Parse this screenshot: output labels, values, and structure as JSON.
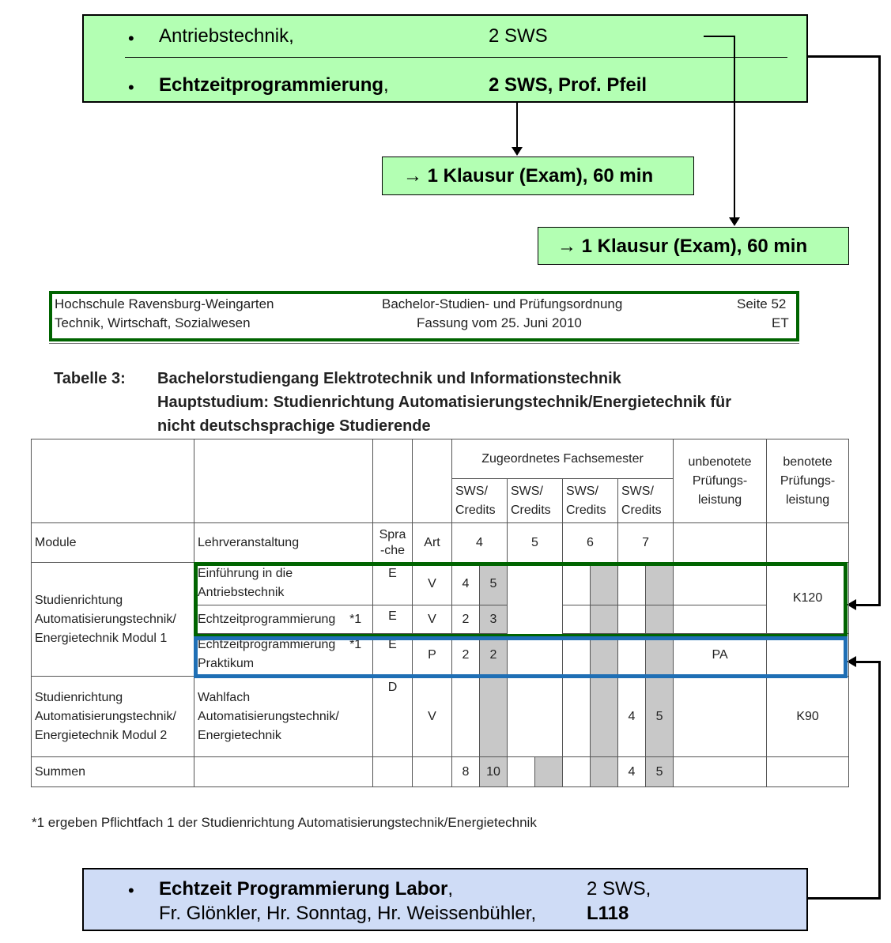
{
  "top_box": {
    "row1_course": "Antriebstechnik,",
    "row1_sws": "2 SWS",
    "row2_course": "Echtzeitprogrammierung",
    "row2_comma": ",",
    "row2_sws": "2 SWS, Prof. Pfeil"
  },
  "exam_box_1": "→ 1 Klausur (Exam), 60 min",
  "exam_box_2": "→ 1 Klausur (Exam), 60 min",
  "doc_header": {
    "left1": "Hochschule Ravensburg-Weingarten",
    "left2": "Technik, Wirtschaft, Sozialwesen",
    "center1": "Bachelor-Studien- und Prüfungsordnung",
    "center2": "Fassung vom 25. Juni 2010",
    "right1": "Seite 52",
    "right2": "ET"
  },
  "table_caption": {
    "label": "Tabelle 3:",
    "line1": "Bachelorstudiengang Elektrotechnik und Informationstechnik",
    "line2": "Hauptstudium: Studienrichtung Automatisierungstechnik/Energietechnik für",
    "line3": "nicht deutschsprachige Studierende"
  },
  "table": {
    "semester_header": "Zugeordnetes Fachsemester",
    "sws_credits": "SWS/ Credits",
    "unbenotete": "unbenotete Prüfungs-leistung",
    "benotete": "benotete Prüfungs-leistung",
    "col_module": "Module",
    "col_lv": "Lehrveranstaltung",
    "col_sprache": "Spra -che",
    "col_art": "Art",
    "sem4": "4",
    "sem5": "5",
    "sem6": "6",
    "sem7": "7",
    "module1": "Studienrichtung Automatisierungstechnik/ Energietechnik Modul 1",
    "module2": "Studienrichtung Automatisierungstechnik/ Energietechnik Modul 2",
    "rows": [
      {
        "lv": "Einführung in die Antriebstechnik",
        "sprache": "E",
        "art": "V",
        "sws": "4",
        "credits": "5",
        "benotet": "K120"
      },
      {
        "lv": "Echtzeitprogrammierung    *1",
        "sprache": "E",
        "art": "V",
        "sws": "2",
        "credits": "3"
      },
      {
        "lv": "Echtzeitprogrammierung    *1 Praktikum",
        "sprache": "E",
        "art": "P",
        "sws": "2",
        "credits": "2",
        "unbenotet": "PA"
      },
      {
        "lv": "Wahlfach Automatisierungstechnik/ Energietechnik",
        "sprache": "D",
        "art": "V",
        "sws7": "4",
        "credits7": "5",
        "benotet": "K90"
      }
    ],
    "summen": {
      "label": "Summen",
      "sws4": "8",
      "cr4": "10",
      "sws7": "4",
      "cr7": "5"
    }
  },
  "footnote": "*1 ergeben Pflichtfach 1 der Studienrichtung Automatisierungstechnik/Energietechnik",
  "bottom_box": {
    "course": "Echtzeit Programmierung Labor",
    "comma": ",",
    "sws": "2  SWS,",
    "people": "Fr. Glönkler, Hr. Sonntag, Hr. Weissenbühler,",
    "room": "L118"
  },
  "colors": {
    "green_box": "#b3ffb3",
    "blue_box": "#cfdcf6",
    "green_frame": "#006400",
    "blue_frame": "#1f6fb5",
    "shade": "#c8c8c8"
  }
}
